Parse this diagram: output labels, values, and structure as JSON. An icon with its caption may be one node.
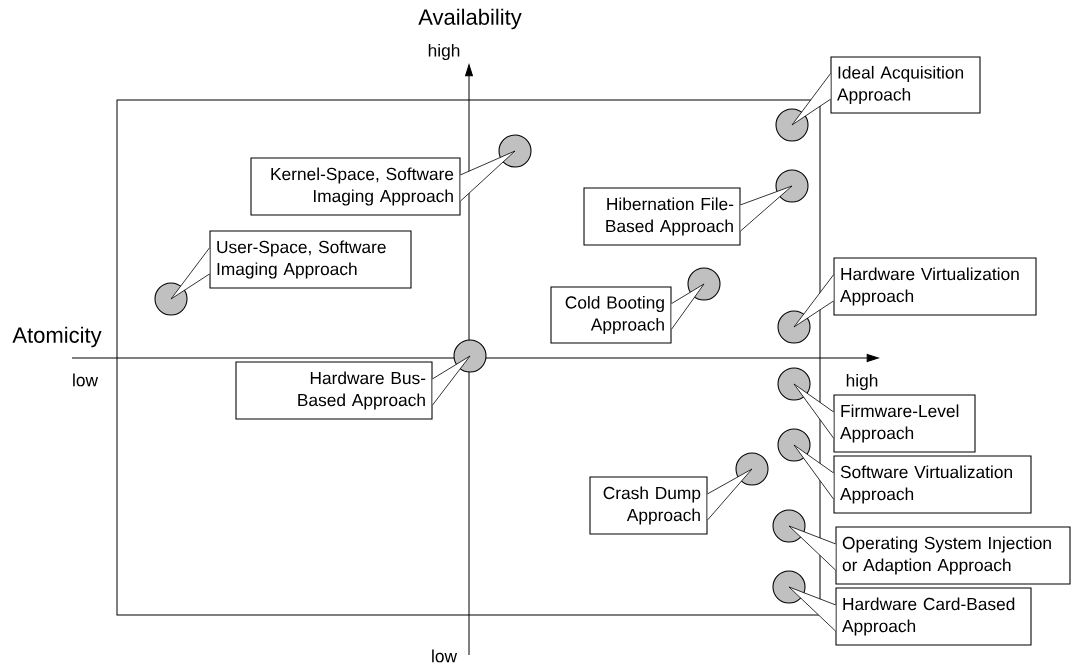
{
  "diagram": {
    "nodes": [
      {
        "text": [
          "Ideal Acquisition Approach"
        ]
      },
      {
        "text": [],
        "shape": "circle"
      },
      {
        "text": [
          "Kernel-Space, Software Imaging Approach"
        ]
      },
      {
        "text": [],
        "shape": "circle"
      },
      {
        "text": [
          "Hibernation File-Based Approach"
        ]
      },
      {
        "text": [],
        "shape": "circle"
      },
      {
        "text": [
          "User-Space, Software Imaging Approach"
        ]
      },
      {
        "text": [],
        "shape": "circle"
      },
      {
        "text": [
          "Cold Booting Approach"
        ]
      },
      {
        "text": [],
        "shape": "circle"
      },
      {
        "text": [
          "Hardware Virtualization Approach"
        ]
      },
      {
        "text": [],
        "shape": "circle"
      },
      {
        "text": [
          "Hardware Bus-Based Approach"
        ]
      },
      {
        "text": [],
        "shape": "circle"
      },
      {
        "text": [
          "Firmware-Level Approach"
        ]
      },
      {
        "text": [],
        "shape": "circle"
      },
      {
        "text": [
          "Software Virtualization Approach"
        ]
      },
      {
        "text": [],
        "shape": "circle"
      },
      {
        "text": [
          "Crash Dump Approach"
        ]
      },
      {
        "text": [],
        "shape": "circle"
      },
      {
        "text": [
          "Operating System Injection or Adaption Approach"
        ]
      },
      {
        "text": [],
        "shape": "circle"
      },
      {
        "text": [
          "Hardware Card-Based Approach"
        ]
      },
      {
        "text": [],
        "shape": "circle"
      }
    ],
    "edges": [
      {
        "from": 0,
        "to": 1,
        "arrow": "to"
      },
      {
        "from": 2,
        "to": 3,
        "arrow": "to"
      },
      {
        "from": 4,
        "to": 5,
        "arrow": "to"
      },
      {
        "from": 6,
        "to": 7,
        "arrow": "to"
      },
      {
        "from": 8,
        "to": 9,
        "arrow": "to"
      },
      {
        "from": 10,
        "to": 11,
        "arrow": "to"
      },
      {
        "from": 12,
        "to": 13,
        "arrow": "to"
      },
      {
        "from": 14,
        "to": 15,
        "arrow": "to"
      },
      {
        "from": 16,
        "to": 17,
        "arrow": "to"
      },
      {
        "from": 18,
        "to": 19,
        "arrow": "to"
      },
      {
        "from": 20,
        "to": 21,
        "arrow": "to"
      },
      {
        "from": 22,
        "to": 23,
        "arrow": "to"
      }
    ],
    "labels": [
      "Availability",
      "high",
      "Atomicity",
      "low",
      "high",
      "low"
    ]
  }
}
